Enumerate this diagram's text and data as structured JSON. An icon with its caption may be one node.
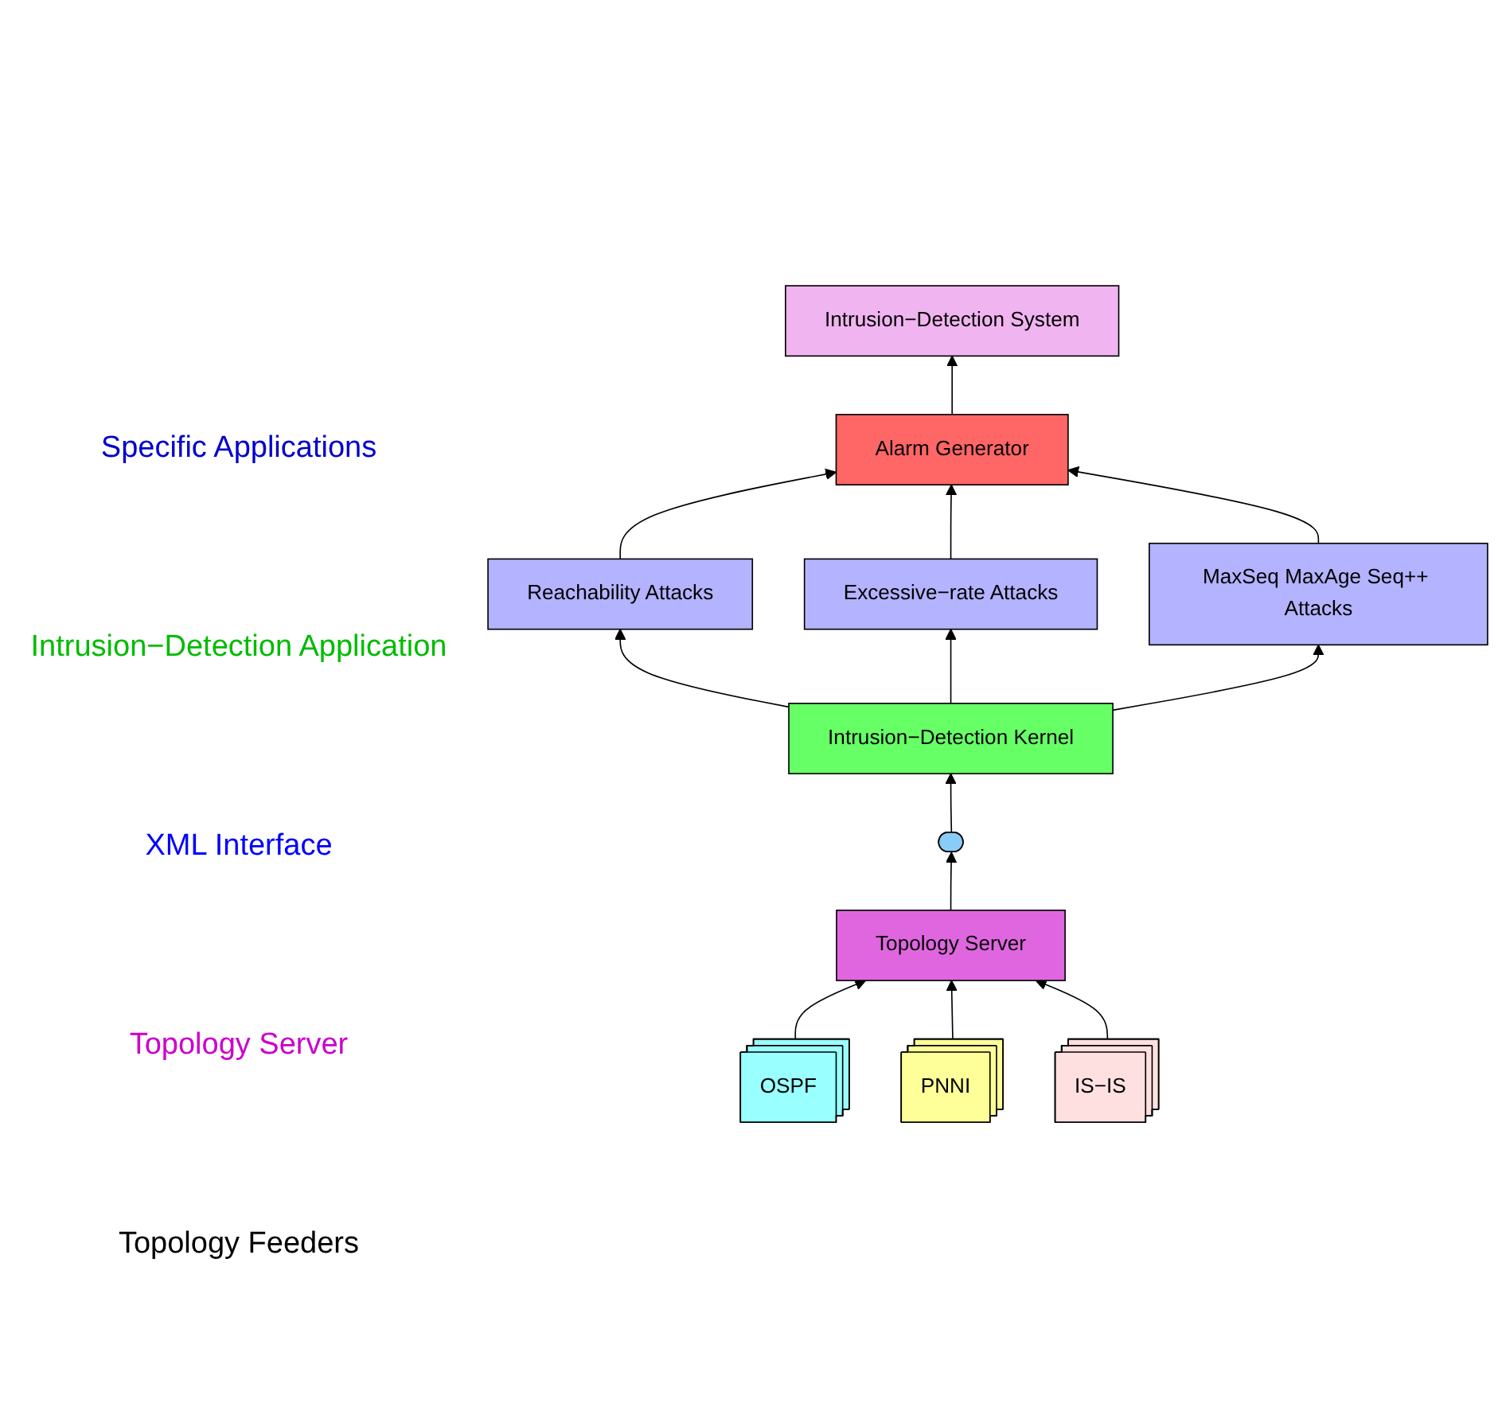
{
  "diagram": {
    "nodes": [
      {
        "text": [
          "Intrusion−Detection System"
        ]
      },
      {
        "text": [
          "Alarm Generator"
        ]
      },
      {
        "text": [
          "Reachability Attacks"
        ]
      },
      {
        "text": [
          "Excessive−rate Attacks"
        ]
      },
      {
        "text": [
          "MaxSeq MaxAge Seq++ Attacks"
        ]
      },
      {
        "text": [
          "Intrusion−Detection Kernel"
        ]
      },
      {
        "text": [],
        "shape": "ellipse"
      },
      {
        "text": [
          "Topology Server"
        ]
      },
      {
        "text": [
          "OSPF"
        ]
      },
      {
        "text": [
          "PNNI"
        ]
      },
      {
        "text": [
          "IS−IS"
        ]
      }
    ],
    "edges": [
      {
        "from": 1,
        "to": 0,
        "arrow": "to"
      },
      {
        "from": 2,
        "to": 1,
        "arrow": "to"
      },
      {
        "from": 3,
        "to": 1,
        "arrow": "to"
      },
      {
        "from": 4,
        "to": 1,
        "arrow": "to"
      },
      {
        "from": 5,
        "to": 2,
        "arrow": "to"
      },
      {
        "from": 5,
        "to": 3,
        "arrow": "to"
      },
      {
        "from": 5,
        "to": 4,
        "arrow": "to"
      },
      {
        "from": 6,
        "to": 5,
        "arrow": "to"
      },
      {
        "from": 7,
        "to": 6,
        "arrow": "to"
      },
      {
        "from": 8,
        "to": 7,
        "arrow": "to"
      },
      {
        "from": 9,
        "to": 7,
        "arrow": "to"
      },
      {
        "from": 10,
        "to": 7,
        "arrow": "to"
      }
    ],
    "labels": [
      "Specific Applications",
      "Intrusion−Detection Application",
      "XML Interface",
      "Topology Server",
      "Topology Feeders"
    ]
  }
}
